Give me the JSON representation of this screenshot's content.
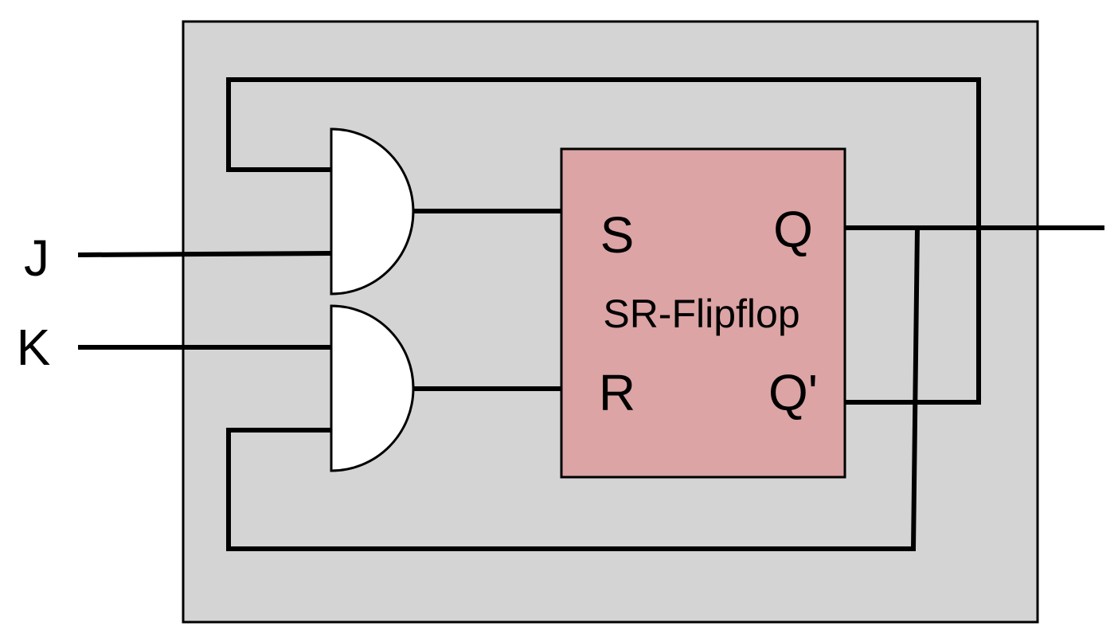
{
  "inputs": {
    "j_label": "J",
    "k_label": "K"
  },
  "flipflop": {
    "title": "SR-Flipflop",
    "set_port": "S",
    "reset_port": "R",
    "output_port": "Q",
    "inverted_output_port": "Q'"
  },
  "colors": {
    "enclosure_fill": "#d4d4d4",
    "flipflop_fill": "#dca4a4",
    "gate_fill": "#ffffff",
    "wire": "#000000"
  }
}
